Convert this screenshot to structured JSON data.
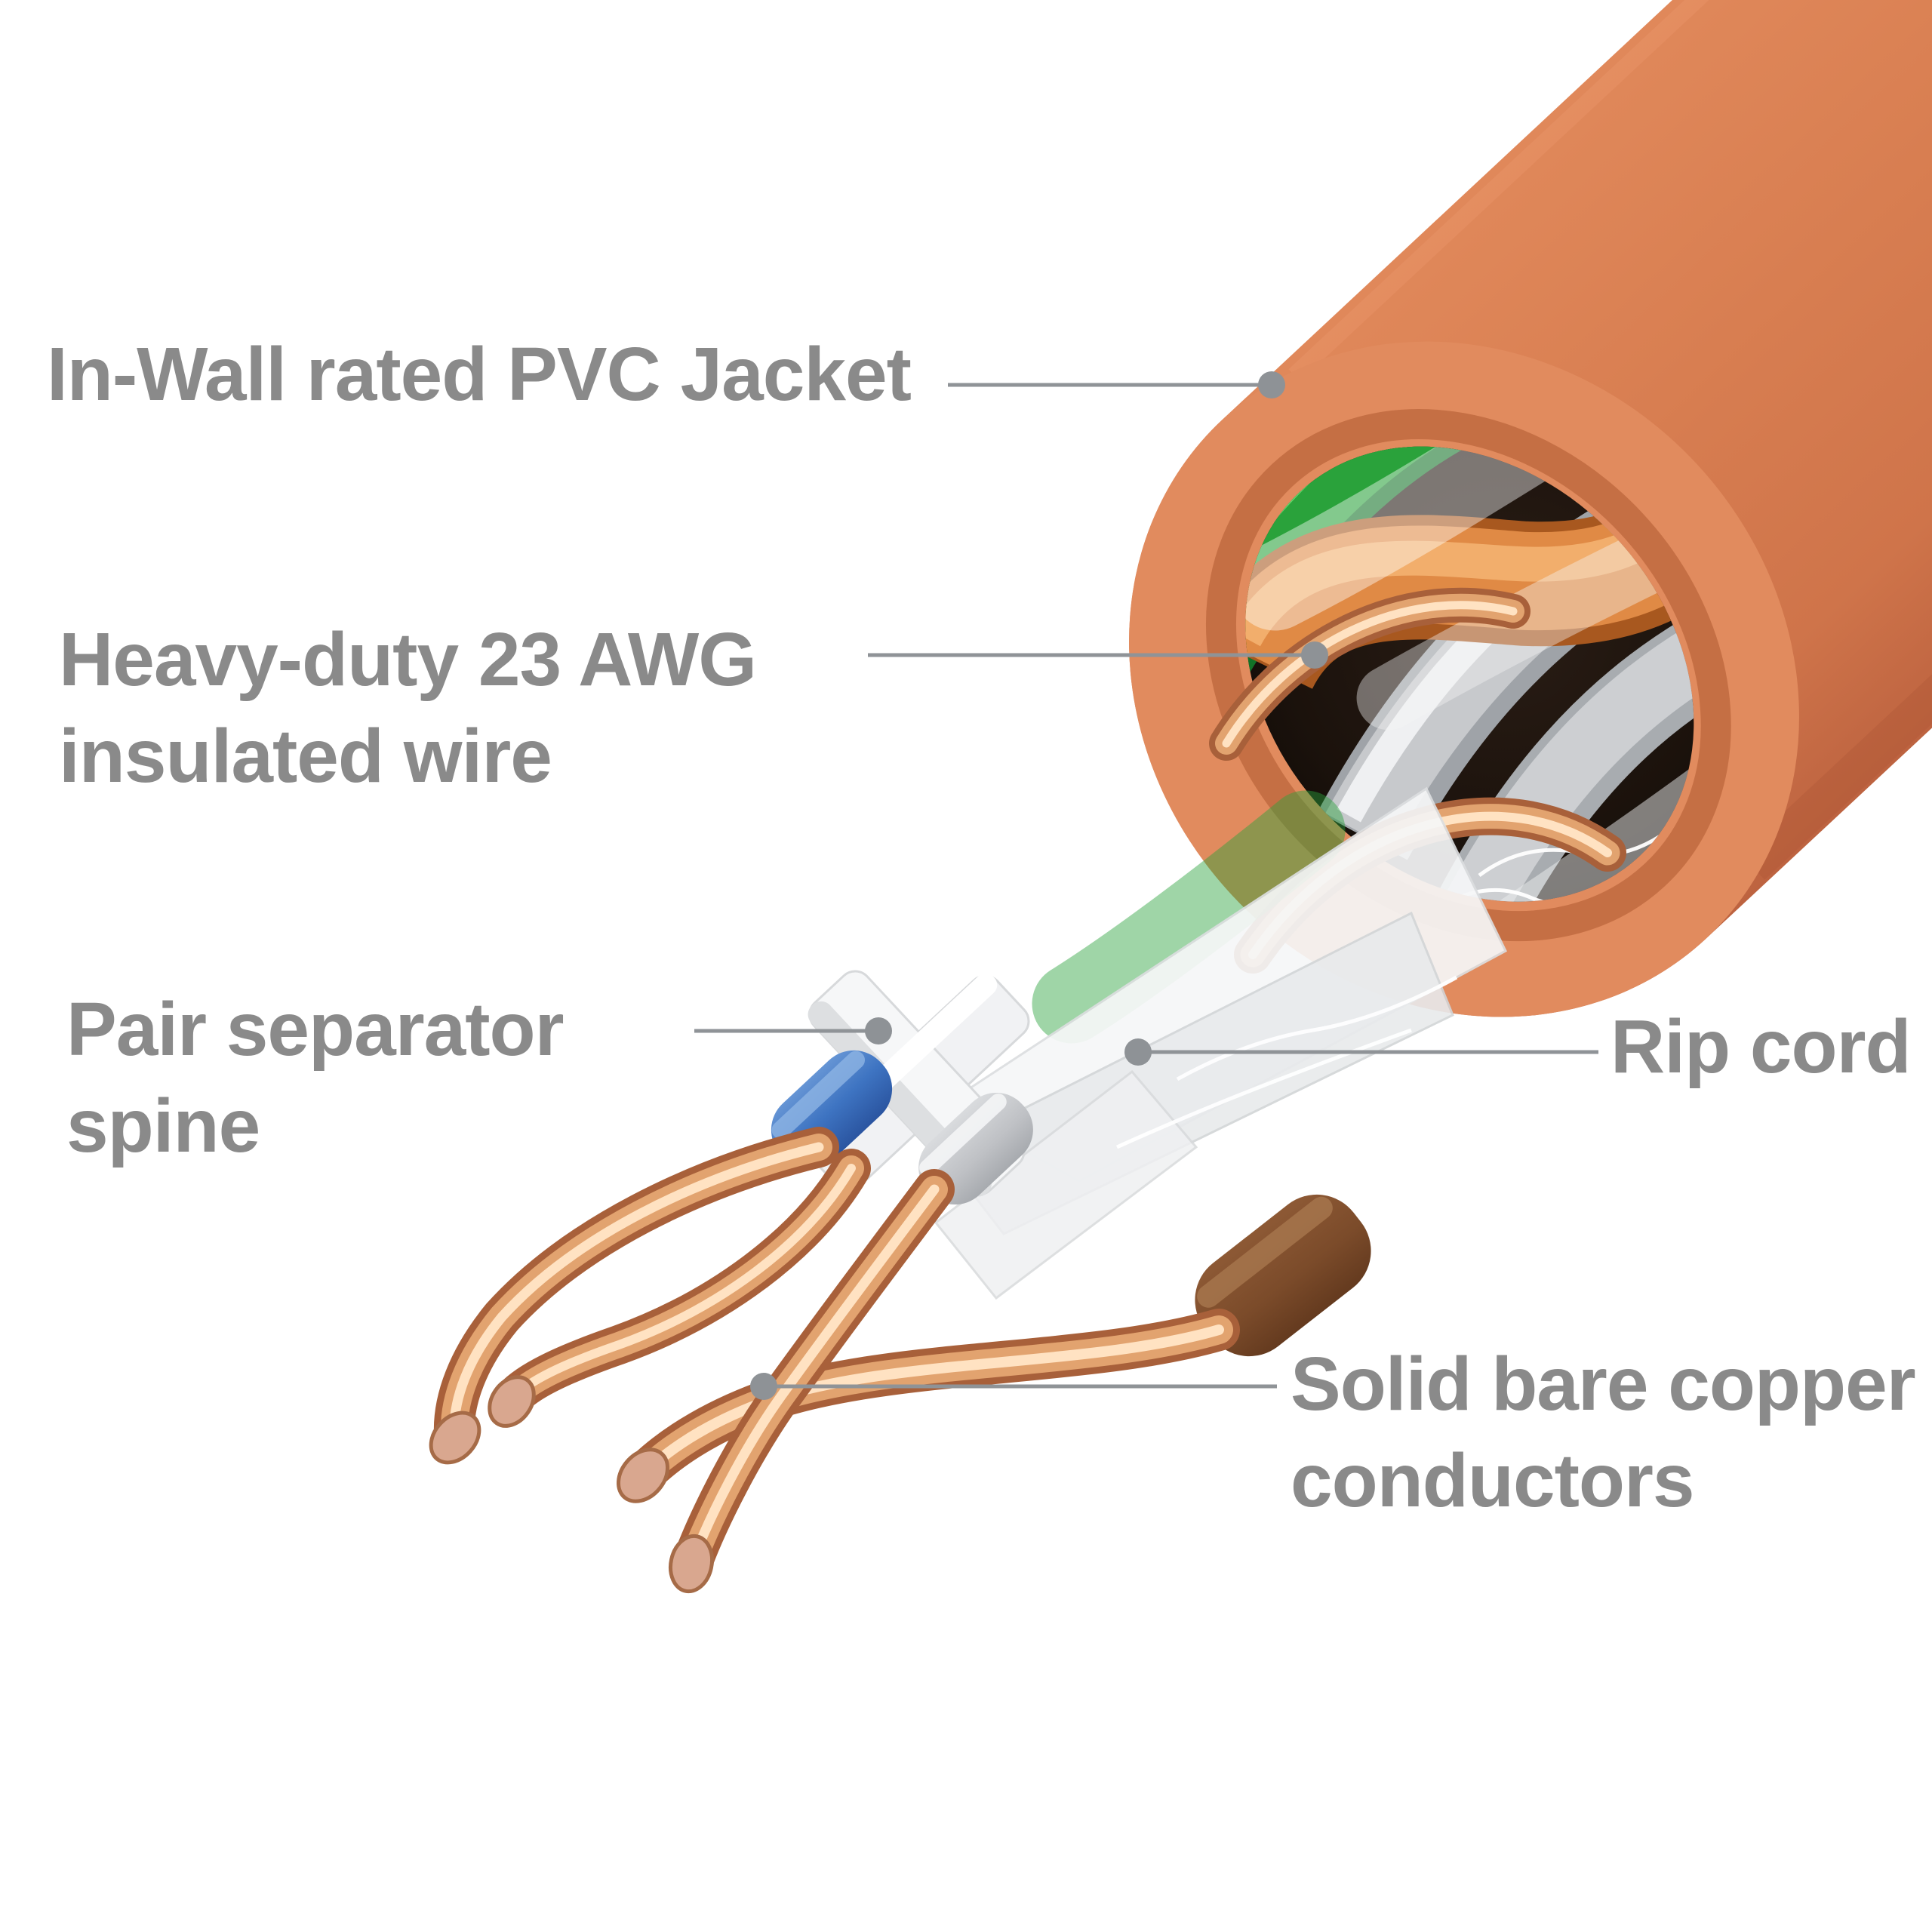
{
  "labels": {
    "pvc_jacket": "In-Wall rated PVC Jacket",
    "awg_wire_line1": "Heavy-duty 23 AWG",
    "awg_wire_line2": "insulated wire",
    "pair_separator_line1": "Pair separator",
    "pair_separator_line2": "spine",
    "rip_cord": "Rip cord",
    "copper_line1": "Solid bare copper",
    "copper_line2": "conductors"
  },
  "colors": {
    "label_text": "#8a8a8a",
    "leader_line": "#8f9397",
    "leader_dot": "#8e9296",
    "jacket_orange": "#d98155",
    "jacket_face": "#e18b5e",
    "jacket_shadow": "#bf6541",
    "opening_dark": "#17100c",
    "copper": "#e2a36f",
    "copper_highlight": "#ffe2c2",
    "copper_cut_end": "#d9a78f",
    "green_pair": "#2aa23b",
    "orange_pair": "#e08a45",
    "blue_insulation": "#3e74c2",
    "brown_insulation": "#7b4b2a",
    "white_film": "#f4f5f6",
    "gray_insulation": "#c7c9cc"
  }
}
